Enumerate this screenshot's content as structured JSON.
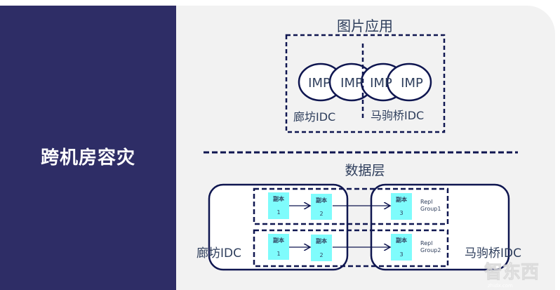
{
  "left_panel": {
    "title": "跨机房容灾"
  },
  "app_layer": {
    "title": "图片应用",
    "nodes": [
      "IMP",
      "IMP",
      "IMP",
      "IMP"
    ],
    "idc_left": "廊坊IDC",
    "idc_right": "马驹桥IDC"
  },
  "data_layer": {
    "title": "数据层",
    "idc_left": "廊坊IDC",
    "idc_right": "马驹桥IDC",
    "groups": [
      {
        "replicas": [
          {
            "label": "副本",
            "num": "1"
          },
          {
            "label": "副本",
            "num": "2"
          },
          {
            "label": "副本",
            "num": "3"
          }
        ],
        "name_line1": "Repl",
        "name_line2": "Group1"
      },
      {
        "replicas": [
          {
            "label": "副本",
            "num": "1"
          },
          {
            "label": "副本",
            "num": "2"
          },
          {
            "label": "副本",
            "num": "3"
          }
        ],
        "name_line1": "Repl",
        "name_line2": "Group2"
      }
    ]
  },
  "watermark": {
    "text": "智东西",
    "sub": "zhidx.com"
  },
  "colors": {
    "navy": "#2e2d66",
    "line": "#0f1650",
    "replica_fill": "#7ffcfc",
    "bg": "#f2f2f2"
  }
}
